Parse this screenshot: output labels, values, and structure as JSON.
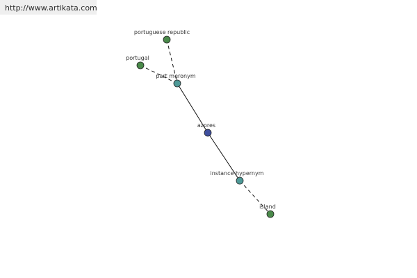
{
  "source": {
    "url": "http://www.artikata.com"
  },
  "graph": {
    "colors": {
      "leaf": "#4a8a4a",
      "relation": "#4f9a98",
      "center": "#3f4f9e",
      "edge": "#111111",
      "node_stroke": "#222222"
    },
    "nodes": [
      {
        "id": "portuguese-republic",
        "label": "portuguese republic",
        "kind": "leaf"
      },
      {
        "id": "portugal",
        "label": "portugal",
        "kind": "leaf"
      },
      {
        "id": "part-meronym",
        "label": "part meronym",
        "kind": "relation"
      },
      {
        "id": "azores",
        "label": "azores",
        "kind": "center"
      },
      {
        "id": "instance-hypernym",
        "label": "instance hypernym",
        "kind": "relation"
      },
      {
        "id": "island",
        "label": "island",
        "kind": "leaf"
      }
    ],
    "edges": [
      {
        "from": "portuguese-republic",
        "to": "part-meronym",
        "style": "dashed"
      },
      {
        "from": "portugal",
        "to": "part-meronym",
        "style": "dashed"
      },
      {
        "from": "part-meronym",
        "to": "azores",
        "style": "solid"
      },
      {
        "from": "azores",
        "to": "instance-hypernym",
        "style": "solid"
      },
      {
        "from": "instance-hypernym",
        "to": "island",
        "style": "dashed"
      }
    ]
  }
}
